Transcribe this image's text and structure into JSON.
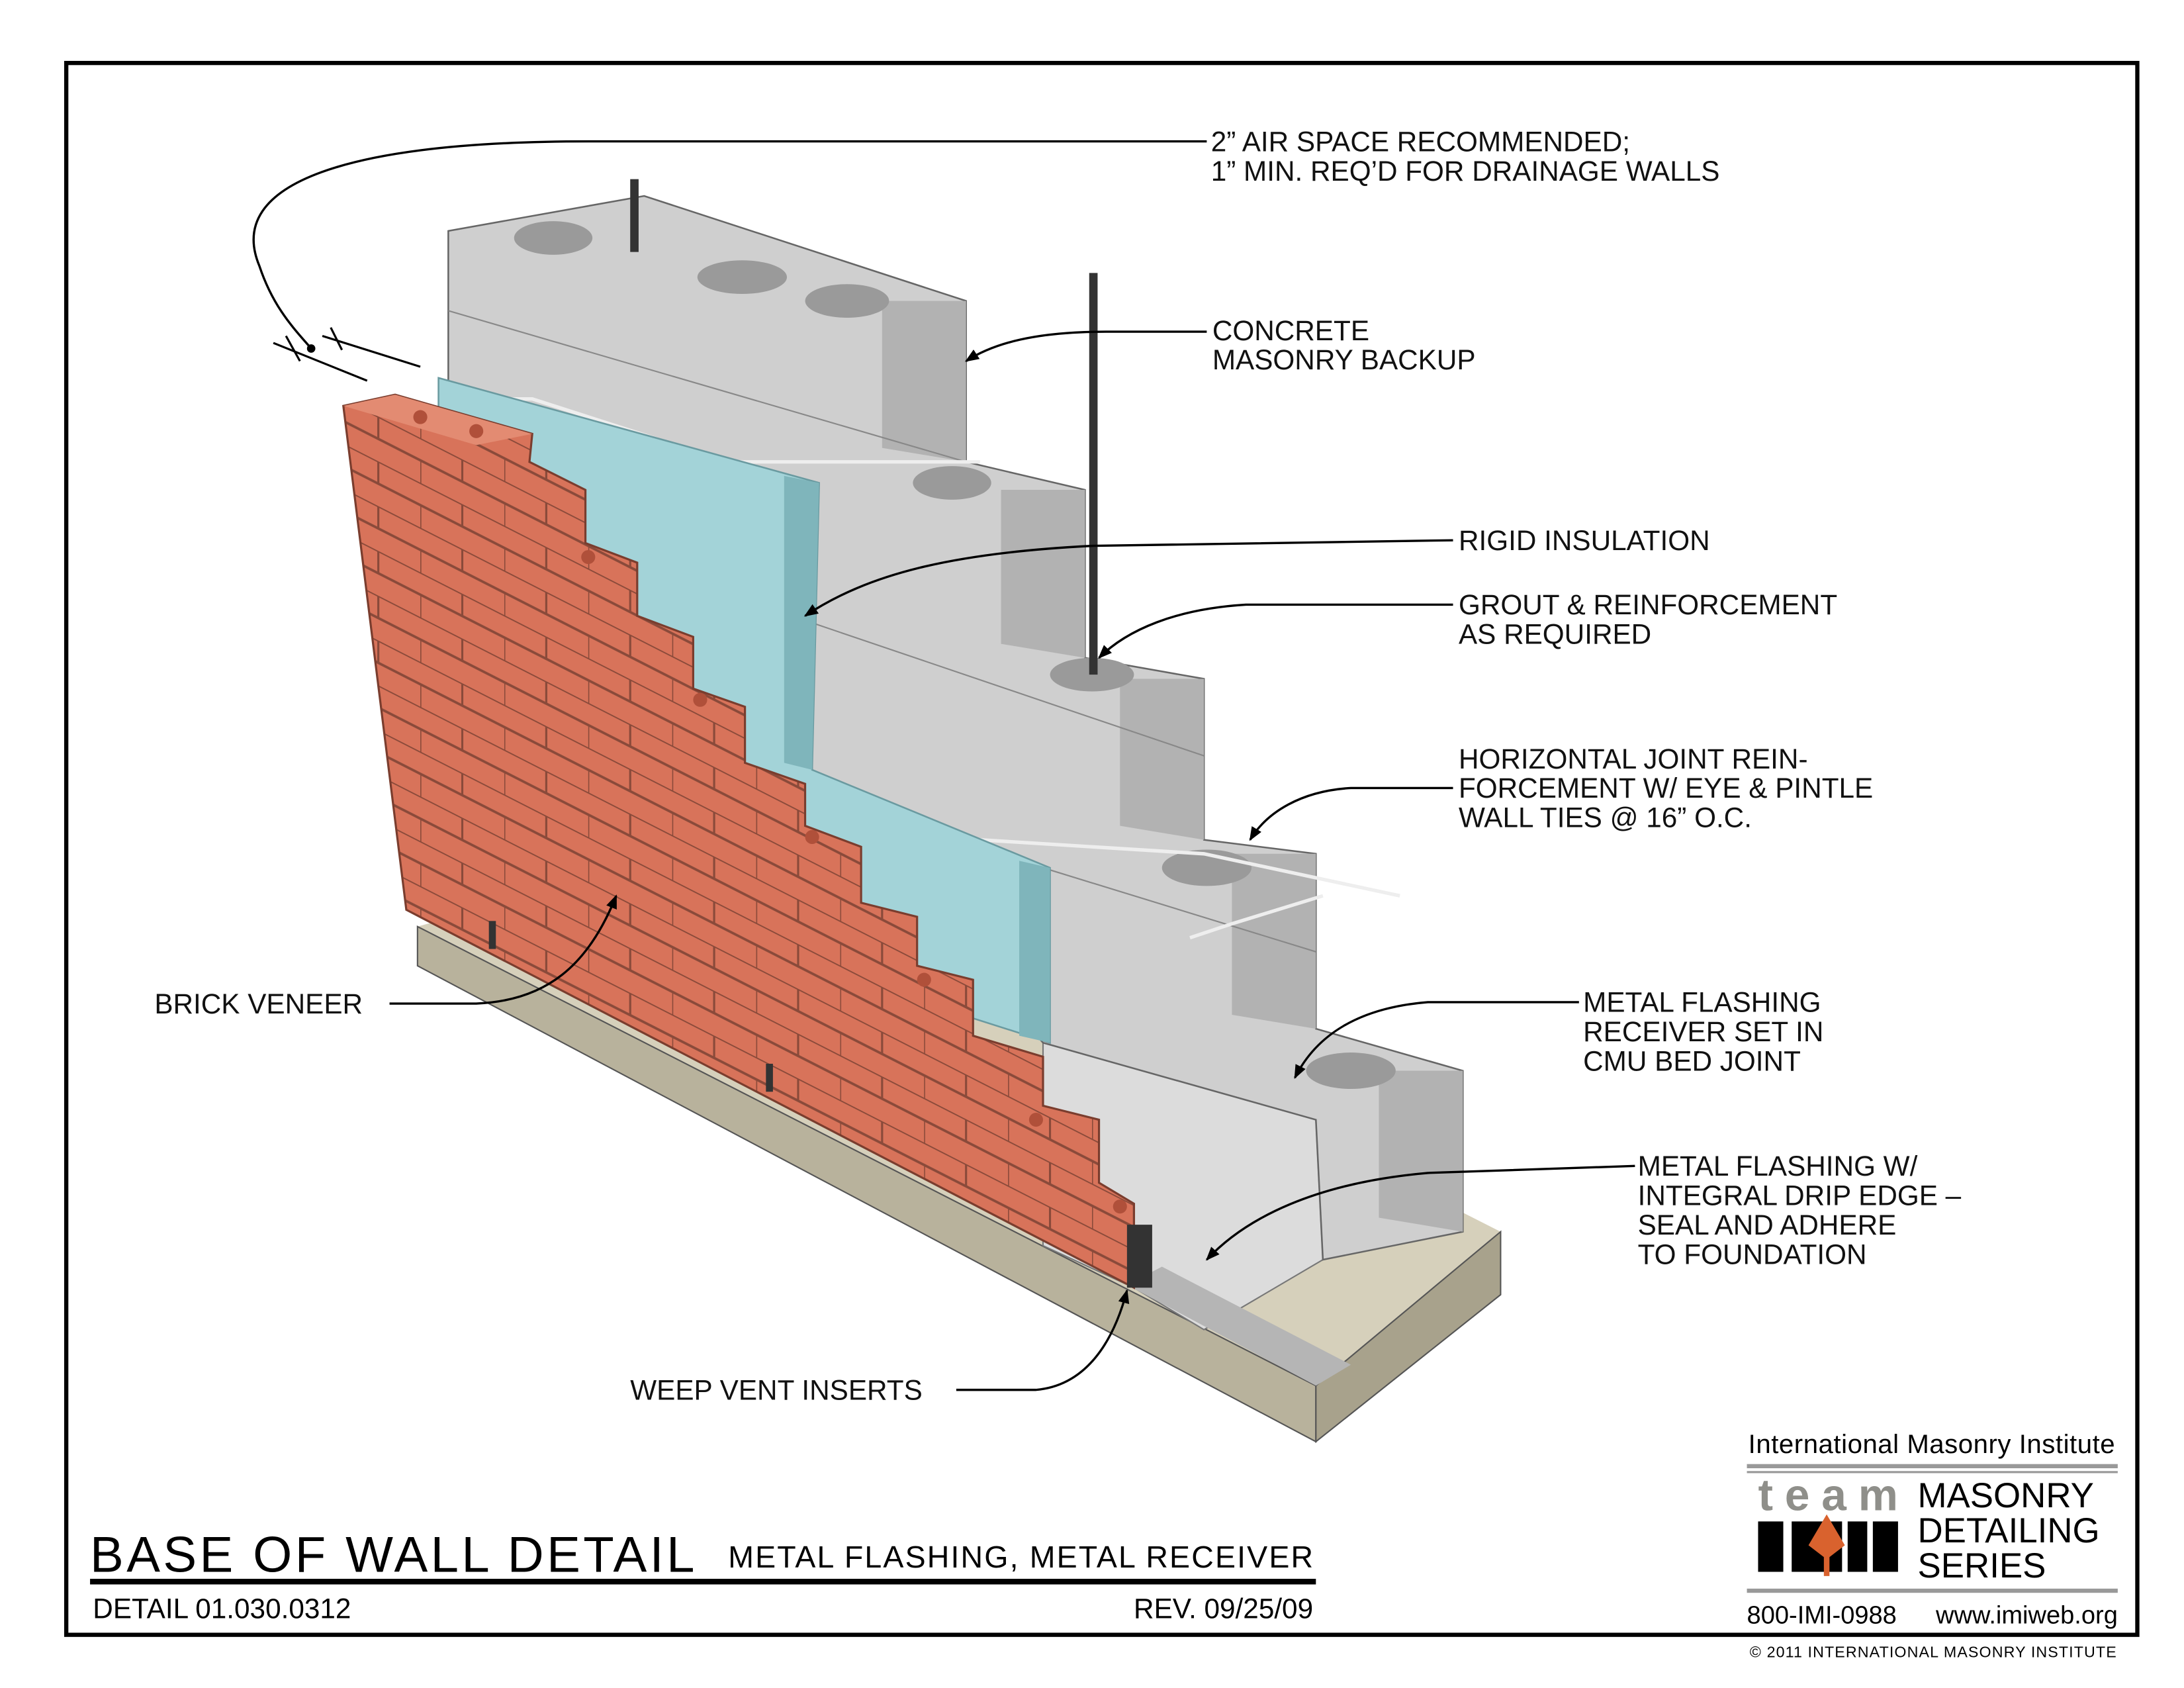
{
  "labels": {
    "air_space": [
      "2” AIR SPACE RECOMMENDED;",
      "1” MIN. REQ’D FOR DRAINAGE WALLS"
    ],
    "cmu": [
      "CONCRETE",
      "MASONRY BACKUP"
    ],
    "insulation": [
      "RIGID INSULATION"
    ],
    "grout": [
      "GROUT & REINFORCEMENT",
      "AS REQUIRED"
    ],
    "joint": [
      "HORIZONTAL JOINT REIN-",
      "FORCEMENT W/ EYE & PINTLE",
      "WALL TIES @ 16” O.C."
    ],
    "receiver": [
      "METAL FLASHING",
      "RECEIVER SET IN",
      "CMU BED JOINT"
    ],
    "flashing": [
      "METAL FLASHING W/",
      "INTEGRAL DRIP EDGE –",
      "SEAL AND ADHERE",
      "TO FOUNDATION"
    ],
    "brick": [
      "BRICK VENEER"
    ],
    "weep": [
      "WEEP VENT INSERTS"
    ]
  },
  "title_block": {
    "title": "BASE OF WALL DETAIL",
    "subtitle": "METAL FLASHING, METAL RECEIVER",
    "detail_number": "DETAIL 01.030.0312",
    "revision": "REV. 09/25/09"
  },
  "logo": {
    "org": "International Masonry Institute",
    "team": "team",
    "imi": "IMI",
    "series": [
      "MASONRY",
      "DETAILING",
      "SERIES"
    ],
    "phone": "800-IMI-0988",
    "website": "www.imiweb.org"
  },
  "copyright": "© 2011 INTERNATIONAL  MASONRY INSTITUTE",
  "colors": {
    "brick": "#d8735a",
    "insulation": "#a3d3d8",
    "cmu": "#c9c9c9",
    "foundation": "#c9c3ad",
    "logo_orange": "#d9622e",
    "logo_gray": "#8f8f8a"
  }
}
